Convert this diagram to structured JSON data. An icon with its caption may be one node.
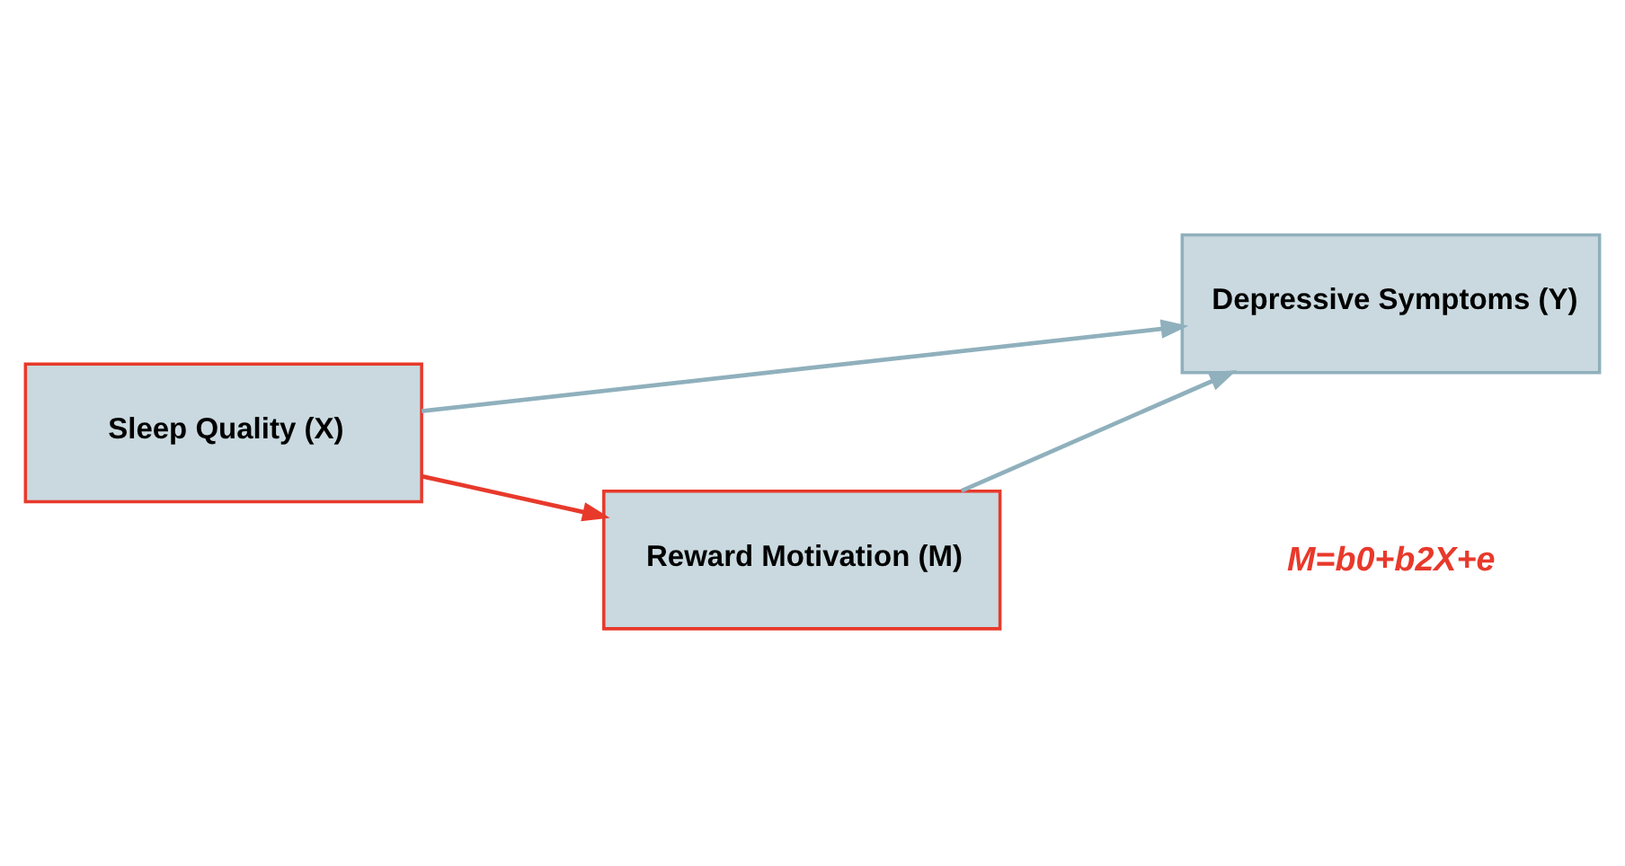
{
  "diagram": {
    "nodes": [
      {
        "text": [
          "Sleep Quality (X)"
        ]
      },
      {
        "text": [
          "Reward Motivation (M)"
        ]
      },
      {
        "text": [
          "Depressive Symptoms (Y)"
        ]
      }
    ],
    "edges": [
      {
        "from": 0,
        "to": 1,
        "arrow": "to",
        "color": "#e8392b"
      },
      {
        "from": 1,
        "to": 2,
        "arrow": "to"
      },
      {
        "from": 0,
        "to": 2,
        "arrow": "to"
      }
    ],
    "labels": [
      "M=b0+b2X+e"
    ]
  }
}
